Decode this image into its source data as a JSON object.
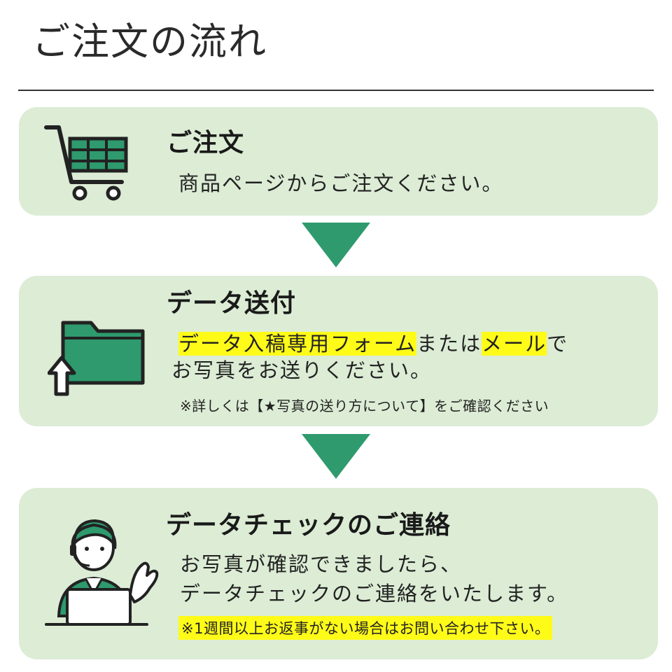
{
  "header": {
    "title": "ご注文の流れ"
  },
  "steps": [
    {
      "title": "ご注文",
      "icon": "shopping-cart-icon",
      "body": "商品ページからご注文ください。"
    },
    {
      "title": "データ送付",
      "icon": "folder-upload-icon",
      "line1_hl1": "データ入稿専用フォーム",
      "line1_mid": "または",
      "line1_hl2": "メール",
      "line1_end": "で",
      "line2": "お写真をお送りください。",
      "note": "※詳しくは【★写真の送り方について】をご確認ください"
    },
    {
      "title": "データチェックのご連絡",
      "icon": "operator-headset-icon",
      "line1": "お写真が確認できましたら、",
      "line2": "データチェックのご連絡をいたします。",
      "note": "※1週間以上お返事がない場合はお問い合わせ下さい。"
    }
  ],
  "colors": {
    "card_bg": "#dcecd5",
    "accent": "#2e9a6e",
    "highlight": "#fffb18"
  }
}
